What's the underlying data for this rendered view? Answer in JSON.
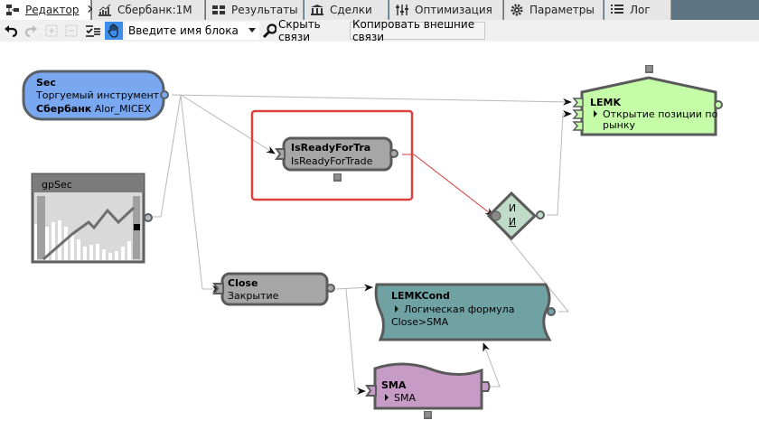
{
  "tabs": [
    {
      "label": "Редактор",
      "icon": "diagram-icon",
      "active": true,
      "closable": true
    },
    {
      "label": "Сбербанк:1M",
      "icon": "chart-icon"
    },
    {
      "label": "Результаты",
      "icon": "results-grid-icon"
    },
    {
      "label": "Сделки",
      "icon": "bank-icon"
    },
    {
      "label": "Оптимизация",
      "icon": "sliders-icon"
    },
    {
      "label": "Параметры",
      "icon": "gear-icon"
    },
    {
      "label": "Лог",
      "icon": "list-icon"
    }
  ],
  "toolbar": {
    "undo_icon": "undo-icon",
    "redo_icon": "redo-icon",
    "group_icon": "group-icon",
    "ungroup_icon": "ungroup-icon",
    "checklist_icon": "checklist-icon",
    "pan_icon": "hand-icon",
    "block_search_placeholder": "Введите имя блока",
    "hide_links_label": "Скрыть связи",
    "copy_external_links_label": "Копировать внешние связи"
  },
  "blocks": {
    "sec": {
      "name": "Sec",
      "type": "Торгуемый инструмент",
      "value_bold": "Сбербанк",
      "value": "Alor_MICEX",
      "color": "#7aa8f0"
    },
    "gpsec": {
      "name": "gpSec"
    },
    "isready": {
      "name": "IsReadyForTra",
      "type": "IsReadyForTrade",
      "color": "#a6a6a6",
      "selected": true
    },
    "lemk": {
      "name": "LEMK",
      "param": "Открытие позиции по рынку",
      "color": "#c4fca8"
    },
    "and": {
      "line1": "И",
      "line2": "И",
      "color": "#bfdcc9"
    },
    "close": {
      "name": "Close",
      "type": "Закрытие",
      "color": "#a6a6a6"
    },
    "lemkcond": {
      "name": "LEMKCond",
      "param": "Логическая формула",
      "value": "Close>SMA",
      "color": "#70a1a3"
    },
    "sma": {
      "name": "SMA",
      "param": "SMA",
      "color": "#c69cc6"
    }
  },
  "colors": {
    "selection": "#d9413c",
    "link": "#b8b8b8",
    "active_link": "#d23b3b",
    "tab_bar_bg": "#5d7482"
  }
}
